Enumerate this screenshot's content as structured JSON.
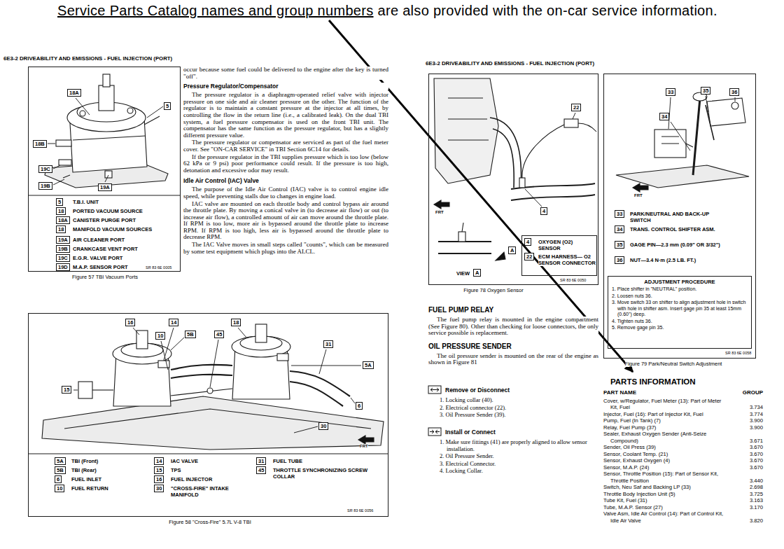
{
  "diagram": {
    "nodes": [
      {
        "text": [
          "T.B.I. UNIT",
          "PORTED VACUUM SOURCE",
          "CANISTER PURGE PORT",
          "MANIFOLD VACUUM SOURCES",
          "AIR CLEANER PORT",
          "CRANKCASE VENT PORT",
          "E.G.R. VALVE PORT",
          "M.A.P. SENSOR PORT",
          "SR 83 6E 0005"
        ]
      },
      {
        "text": [
          "18A"
        ],
        "in": 0
      },
      {
        "text": [
          "18B"
        ],
        "in": 0
      },
      {
        "text": [
          "19C"
        ],
        "in": 0
      },
      {
        "text": [
          "19B"
        ],
        "in": 0
      },
      {
        "text": [
          "19A"
        ],
        "in": 0
      },
      {
        "text": [
          "5"
        ],
        "in": 0
      },
      {
        "text": [
          "5"
        ],
        "in": 0
      },
      {
        "text": [
          "18"
        ],
        "in": 0
      },
      {
        "text": [
          "18A"
        ],
        "in": 0
      },
      {
        "text": [
          "18"
        ],
        "in": 0
      },
      {
        "text": [
          "19A"
        ],
        "in": 0
      },
      {
        "text": [
          "19B"
        ],
        "in": 0
      },
      {
        "text": [
          "19C"
        ],
        "in": 0
      },
      {
        "text": [
          "19D"
        ],
        "in": 0
      },
      {
        "text": [
          "TBI (Front)",
          "TBI (Rear)",
          "FUEL INLET",
          "FUEL RETURN",
          "IAC VALVE",
          "TPS",
          "FUEL INJECTOR",
          "\"CROSS-FIRE\" INTAKE MANIFOLD",
          "FUEL TUBE",
          "THROTTLE SYNCHRONIZING SCREW COLLAR",
          "SR 83 6E 0056"
        ]
      },
      {
        "text": [
          "16"
        ],
        "in": 15
      },
      {
        "text": [
          "14"
        ],
        "in": 15
      },
      {
        "text": [
          "5B"
        ],
        "in": 15
      },
      {
        "text": [
          "10"
        ],
        "in": 15
      },
      {
        "text": [
          "18"
        ],
        "in": 15
      },
      {
        "text": [
          "45"
        ],
        "in": 15
      },
      {
        "text": [
          "31"
        ],
        "in": 15
      },
      {
        "text": [
          "5A"
        ],
        "in": 15
      },
      {
        "text": [
          "15"
        ],
        "in": 15
      },
      {
        "text": [
          "6"
        ],
        "in": 15
      },
      {
        "text": [
          "30"
        ],
        "in": 15
      },
      {
        "text": [
          "5A"
        ],
        "in": 15
      },
      {
        "text": [
          "5B"
        ],
        "in": 15
      },
      {
        "text": [
          "6"
        ],
        "in": 15
      },
      {
        "text": [
          "10"
        ],
        "in": 15
      },
      {
        "text": [
          "14"
        ],
        "in": 15
      },
      {
        "text": [
          "15"
        ],
        "in": 15
      },
      {
        "text": [
          "16"
        ],
        "in": 15
      },
      {
        "text": [
          "30"
        ],
        "in": 15
      },
      {
        "text": [
          "31"
        ],
        "in": 15
      },
      {
        "text": [
          "45"
        ],
        "in": 15
      },
      {
        "text": [
          "SR 83 6E 0050"
        ]
      },
      {
        "text": [
          "22"
        ],
        "in": 37
      },
      {
        "text": [
          "4"
        ],
        "in": 37
      },
      {
        "text": [
          "A"
        ],
        "in": 37
      },
      {
        "text": [
          "A"
        ],
        "in": 37
      },
      {
        "text": [
          "OXYGEN (O2) SENSOR",
          "ECM HARNESS— O2 SENSOR CONNECTOR"
        ],
        "in": 37
      },
      {
        "text": [
          "4"
        ],
        "in": 42
      },
      {
        "text": [
          "22"
        ],
        "in": 42
      },
      {
        "text": [
          "PARK/NEUTRAL AND BACK-UP SWITCH",
          "TRANS. CONTROL SHIFTER ASM.",
          "GAGE PIN—2.3 mm (0.09\" OR 3/32\")",
          "NUT—3.4 N·m (2.5 LB. FT.)",
          "SR 83 6E 0058"
        ]
      },
      {
        "text": [
          "33"
        ],
        "in": 45
      },
      {
        "text": [
          "35"
        ],
        "in": 45
      },
      {
        "text": [
          "36"
        ],
        "in": 45
      },
      {
        "text": [
          "34"
        ],
        "in": 45
      },
      {
        "text": [
          "33"
        ],
        "in": 45
      },
      {
        "text": [
          "34"
        ],
        "in": 45
      },
      {
        "text": [
          "35"
        ],
        "in": 45
      },
      {
        "text": [
          "36"
        ],
        "in": 45
      },
      {
        "text": [
          "ADJUSTMENT PROCEDURE",
          "1. Place shifter in \"NEUTRAL\" position.",
          "2. Loosen nuts 36.",
          "3. Move switch 33 on shifter to align adjustment hole in switch with hole in shifter asm. Insert gage pin 35 at least 15mm (0.60\") deep.",
          "4. Tighten nuts 36.",
          "5. Remove gage pin 35."
        ],
        "in": 45
      }
    ],
    "labels": [
      "Service Parts Catalog names and group numbers",
      "are also provided with the on-car service information.",
      "6E3-2 DRIVEABILITY AND EMISSIONS - FUEL INJECTION (PORT)",
      "Figure 57 TBI Vacuum Ports",
      "occur because some fuel could be delivered to the engine after the key is turned \"off\".",
      "Pressure Regulator/Compensator",
      "The pressure regulator is a diaphragm-operated relief valve with injector pressure on one side and air cleaner pressure on the other. The function of the regulator is to maintain a constant pressure at the injector at all times, by controlling the flow in the return line (i.e., a calibrated leak). On the dual TBI system, a fuel pressure compensator is used on the front TBI unit. The compensator has the same function as the pressure regulator, but has a slightly different pressure value.",
      "The pressure regulator or compensator are serviced as part of the fuel meter cover. See \"ON-CAR SERVICE\" in TBI Section 6C14 for details.",
      "If the pressure regulator in the TBI supplies pressure which is too low (below 62 kPa or 9 psi) poor performance could result. If the pressure is too high, detonation and excessive odor may result.",
      "Idle Air Control (IAC) Valve",
      "The purpose of the Idle Air Control (IAC) valve is to control engine idle speed, while preventing stalls due to changes in engine load.",
      "IAC valve are mounted on each throttle body and control bypass air around the throttle plate. By moving a conical valve in (to decrease air flow) or out (to increase air flow), a controlled amount of air can move around the throttle plate. If RPM is too low, more air is bypassed around the throttle plate to increase RPM. If RPM is too high, less air is bypassed around the throttle plate to decrease RPM.",
      "The IAC Valve moves in small steps called \"counts\", which can be measured by some test equipment which plugs into the ALCL.",
      "FRT",
      "Figure 58 \"Cross-Fire\" 5.7L V-8 TBI",
      "6E3-2 DRIVEABILITY AND EMISSIONS - FUEL INJECTION (PORT)",
      "FRT",
      "VIEW",
      "Figure 78 Oxygen Sensor",
      "FRT",
      "Figure 79 Park/Neutral Switch Adjustment",
      "FUEL PUMP RELAY",
      "The fuel pump relay is mounted in the engine compartment (See Figure 80). Other than checking for loose connectors, the only service possible is replacement.",
      "OIL PRESSURE SENDER",
      "The oil pressure sender is mounted on the rear of the engine as shown in Figure 81",
      "Remove or Disconnect",
      "1. Locking collar (40).",
      "2. Electrical connector (22).",
      "3. Oil Pressure Sender (39).",
      "Install or Connect",
      "1. Make sure fittings (41) are properly aligned to allow sensor installation.",
      "2. Oil Pressure Sender.",
      "3. Electrical Connector.",
      "4. Locking Collar.",
      "PARTS INFORMATION",
      "PART NAME",
      "GROUP",
      "Cover, w/Regulator, Fuel Meter (13): Part of Meter Kit, Fuel",
      "3.734",
      "Injector, Fuel (16): Part of Injector Kit, Fuel",
      "3.774",
      "Pump, Fuel (In Tank) (7)",
      "3.900",
      "Relay, Fuel Pump (37)",
      "3.900",
      "Sealer, Exhaust Oxygen Sender (Anti-Seize Compound)",
      "3.671",
      "Sender, Oil Press (39)",
      "3.670",
      "Sensor, Coolant Temp. (21)",
      "3.670",
      "Sensor, Exhaust Oxygen (4)",
      "3.670",
      "Sensor, M.A.P. (24)",
      "3.670",
      "Sensor, Throttle Position (15): Part of Sensor Kit, Throttle Position",
      "3.440",
      "Switch, Neu Saf and Backing LP (33)",
      "2.698",
      "Throttle Body Injection Unit (5)",
      "3.725",
      "Tube Kit, Fuel (31)",
      "3.163",
      "Tube, M.A.P. Sensor (27)",
      "3.170",
      "Valve Asm, Idle Air Control (14): Part of Control Kit, Idle Air Valve",
      "3.820"
    ]
  }
}
